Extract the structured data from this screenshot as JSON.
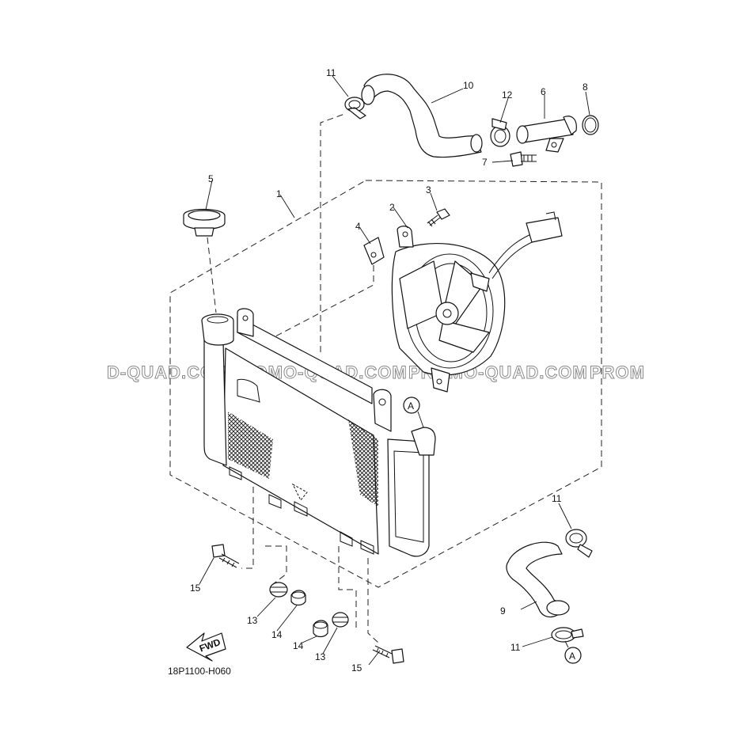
{
  "diagram": {
    "part_code": "18P1100-H060",
    "watermark": [
      "D-QUAD.COM",
      "PROMO-QUAD.COM",
      "PROMO-QUAD.COM",
      "PROM"
    ],
    "fwd_label": "FWD",
    "connector_marks": [
      "A",
      "A"
    ],
    "callouts": [
      "1",
      "2",
      "3",
      "4",
      "5",
      "6",
      "7",
      "8",
      "9",
      "10",
      "11",
      "11",
      "11",
      "12",
      "13",
      "13",
      "14",
      "14",
      "15",
      "15"
    ]
  },
  "colors": {
    "line": "#111111",
    "background": "#ffffff",
    "watermark": "#8a8a8a"
  }
}
